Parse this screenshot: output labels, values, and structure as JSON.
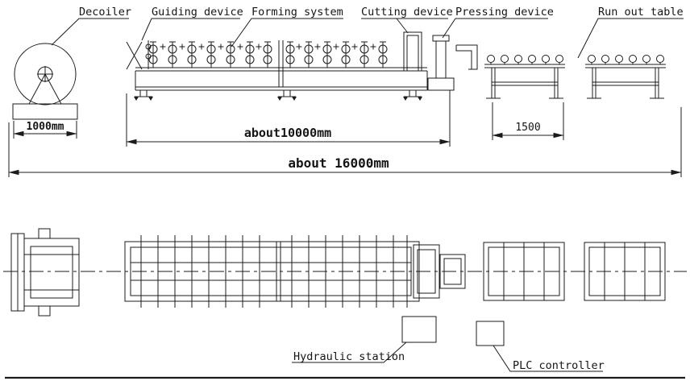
{
  "diagram": {
    "labels": {
      "decoiler": "Decoiler",
      "guiding_device": "Guiding device",
      "forming_system": "Forming system",
      "cutting_device": "Cutting device",
      "pressing_device": "Pressing device",
      "run_out_table": "Run out table",
      "hydraulic_station": "Hydraulic station",
      "plc_controller": "PLC controller"
    },
    "dimensions": {
      "decoiler_width": "1000mm",
      "forming_line_length": "about10000mm",
      "run_out_table_length": "1500",
      "total_length": "about 16000mm"
    },
    "colors": {
      "line": "#1b1b1b",
      "background": "#ffffff"
    }
  }
}
